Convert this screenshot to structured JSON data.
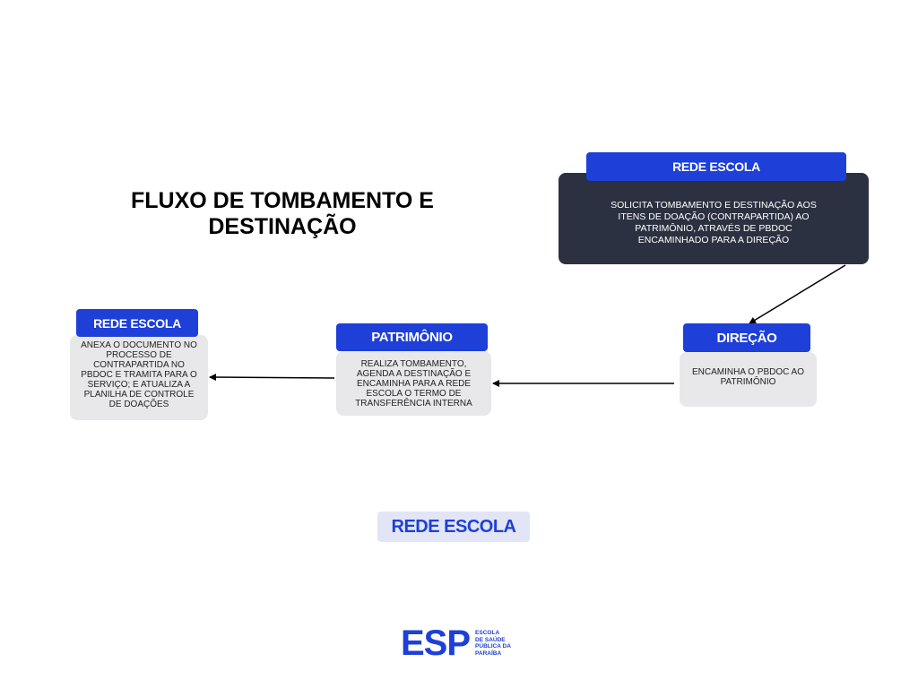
{
  "title": {
    "line1": "FLUXO DE TOMBAMENTO E",
    "line2": "DESTINAÇÃO"
  },
  "nodes": {
    "rede_escola_top": {
      "label": "REDE ESCOLA",
      "lines": [
        "SOLICITA TOMBAMENTO E DESTINAÇÃO AOS",
        "ITENS DE DOAÇÃO (CONTRAPARTIDA) AO",
        "PATRIMÔNIO, ATRAVÉS DE PBDOC",
        "ENCAMINHADO PARA A DIREÇÃO"
      ]
    },
    "direcao": {
      "label": "DIREÇÃO",
      "lines": [
        "ENCAMINHA O PBDOC AO",
        "PATRIMÔNIO"
      ]
    },
    "patrimonio": {
      "label": "PATRIMÔNIO",
      "lines": [
        "REALIZA TOMBAMENTO,",
        "AGENDA A DESTINAÇÃO E",
        "ENCAMINHA PARA A REDE",
        "ESCOLA O TERMO DE",
        "TRANSFERÊNCIA INTERNA"
      ]
    },
    "rede_escola_left": {
      "label": "REDE ESCOLA",
      "lines": [
        "ANEXA O DOCUMENTO NO",
        "PROCESSO DE",
        "CONTRAPARTIDA NO",
        "PBDOC E TRAMITA PARA O",
        "SERVIÇO; E ATUALIZA A",
        "PLANILHA DE CONTROLE",
        "DE DOAÇÕES"
      ]
    }
  },
  "bottom_label": "REDE ESCOLA",
  "logo": {
    "mark": "ESP",
    "lines": [
      "ESCOLA",
      "DE SAÚDE",
      "PÚBLICA DA",
      "PARAÍBA"
    ]
  },
  "colors": {
    "accent": "#1e3fd8",
    "dark_box": "#2b3140",
    "light_box": "#e8e8eb"
  }
}
